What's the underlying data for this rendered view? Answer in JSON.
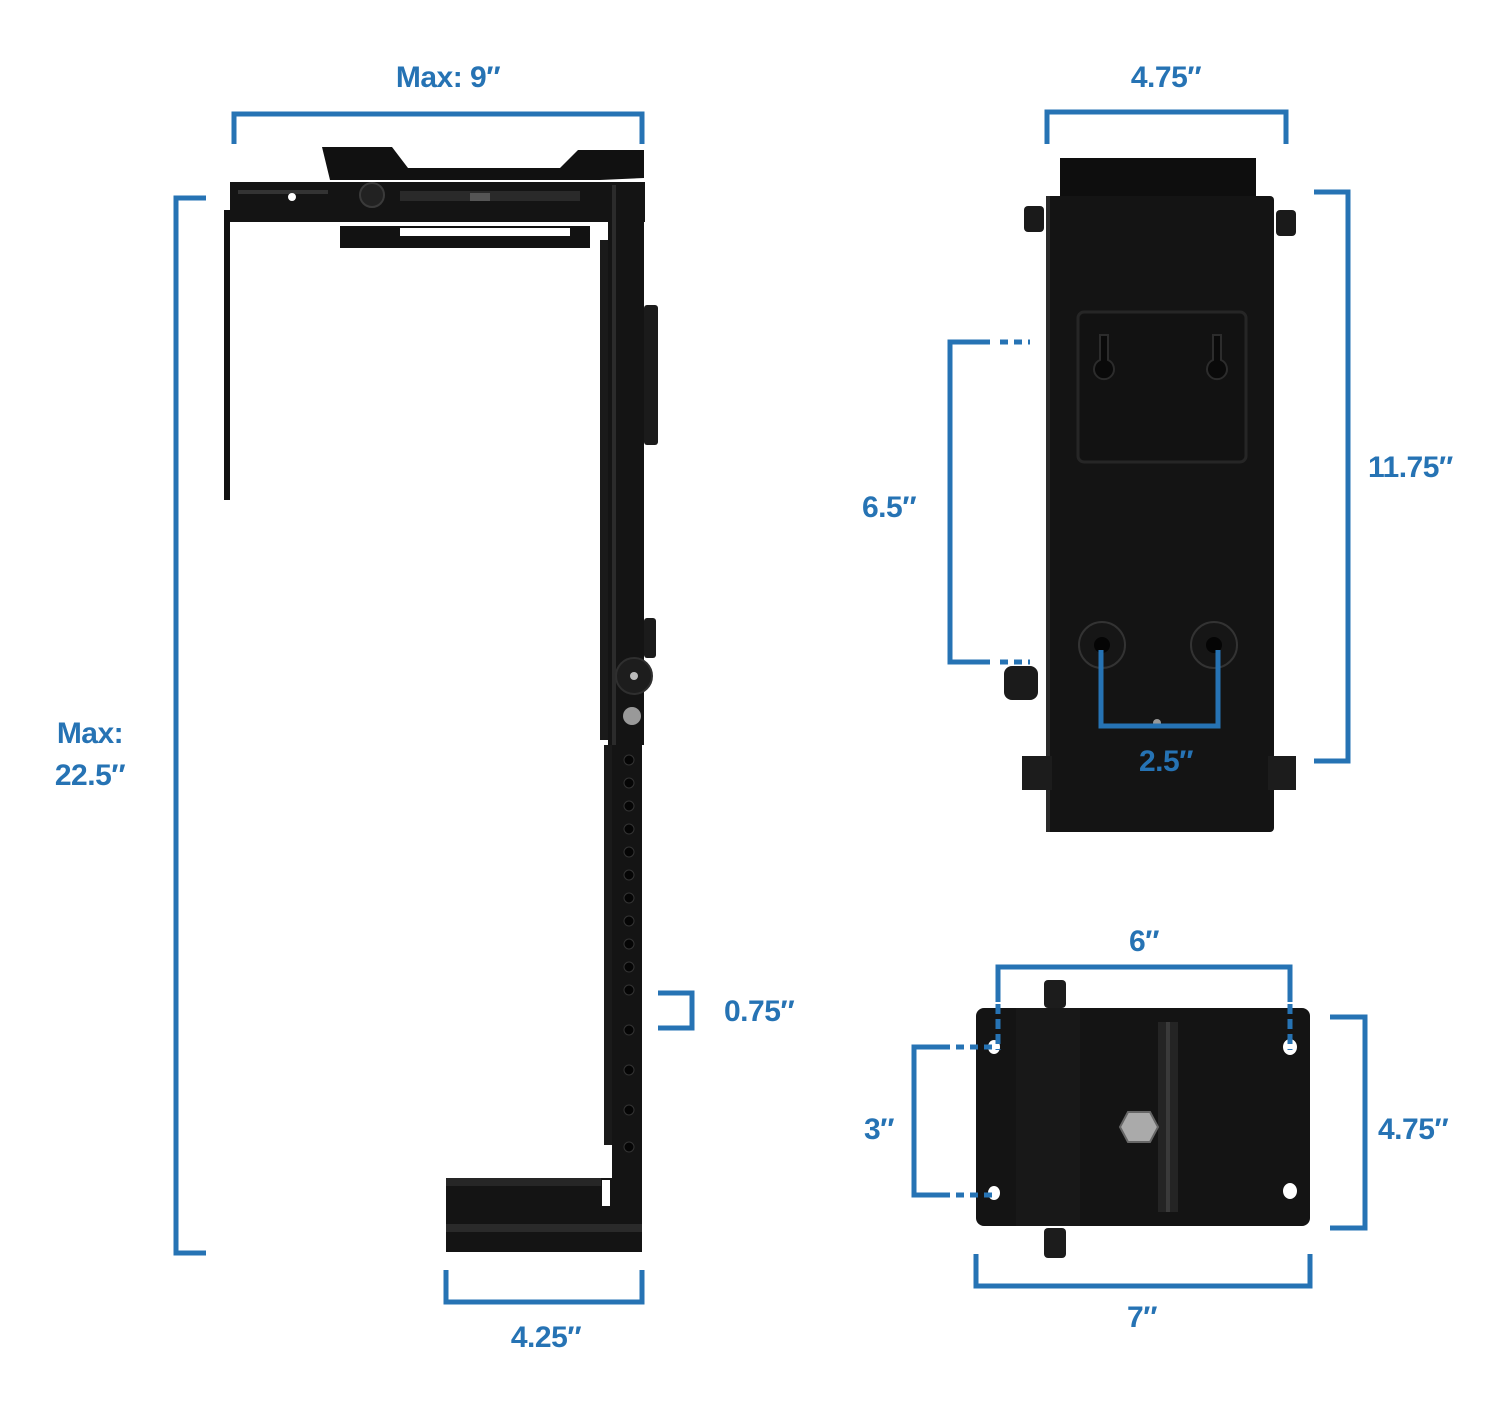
{
  "colors": {
    "dimension_blue": "#2673b4",
    "metal_black": "#111111",
    "metal_highlight": "#2b2b2b",
    "background": "#ffffff"
  },
  "diagram": {
    "subject": "Adjustable under-desk CPU holder bracket",
    "views": [
      {
        "id": "side-view",
        "dimensions": {
          "max_width": "Max: 9″",
          "max_height_line1": "Max:",
          "max_height_line2": "22.5″",
          "hole_spacing": "0.75″",
          "base_depth": "4.25″"
        }
      },
      {
        "id": "front-view",
        "dimensions": {
          "width": "4.75″",
          "height": "11.75″",
          "mount_hole_vertical": "6.5″",
          "knob_spacing": "2.5″"
        }
      },
      {
        "id": "top-plate-view",
        "dimensions": {
          "hole_span": "6″",
          "hole_vertical": "3″",
          "plate_height": "4.75″",
          "plate_width": "7″"
        }
      }
    ]
  }
}
